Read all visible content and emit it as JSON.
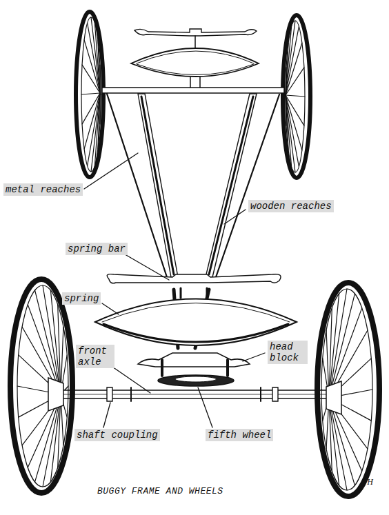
{
  "diagram": {
    "caption": "BUGGY FRAME AND WHEELS",
    "labels": [
      "metal reaches",
      "wooden reaches",
      "spring bar",
      "spring",
      "front axle",
      "head block",
      "shaft coupling",
      "fifth wheel",
      "VH"
    ]
  }
}
